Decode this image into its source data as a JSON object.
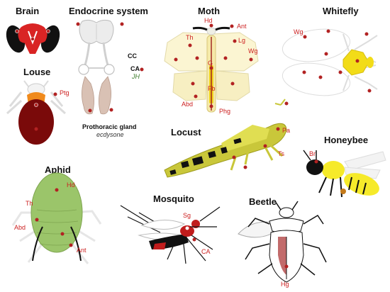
{
  "colors": {
    "label_red": "#cc1f1f",
    "brain_red": "#d92424",
    "dark": "#111111",
    "moth_wing": "#fbf5d2",
    "fly_body": "#f2dc18",
    "locust": "#c9c73a",
    "bee": "#f6ea2a",
    "aphid": "#9bc56a",
    "louse_body": "#7a0a0a",
    "gland": "#d9c1b4",
    "cream": "#efefe6"
  },
  "titles": {
    "brain": "Brain",
    "endocrine": "Endocrine system",
    "moth": "Moth",
    "whitefly": "Whitefly",
    "louse": "Louse",
    "locust": "Locust",
    "honeybee": "Honeybee",
    "aphid": "Aphid",
    "mosquito": "Mosquito",
    "beetle": "Beetle"
  },
  "labels": {
    "moth_hd": "Hd",
    "moth_ant": "Ant",
    "moth_th": "Th",
    "moth_lg": "Lg",
    "moth_wg": "Wg",
    "moth_g": "G",
    "moth_fb": "Fb",
    "moth_abd": "Abd",
    "moth_phg": "Phg",
    "whitefly_wg": "Wg",
    "louse_ptg": "Ptg",
    "endo_cc": "CC",
    "endo_ca": "CA",
    "endo_jh": "JH",
    "endo_gland": "Prothoracic gland",
    "endo_ecdysone": "ecdysone",
    "locust_pa": "Pa",
    "locust_ts": "Ts",
    "bee_br": "Br",
    "aphid_hd": "Hd",
    "aphid_th": "Th",
    "aphid_abd": "Abd",
    "aphid_ant": "Ant",
    "mosquito_sg": "Sg",
    "mosquito_ca": "CA",
    "beetle_hg": "Hg"
  }
}
